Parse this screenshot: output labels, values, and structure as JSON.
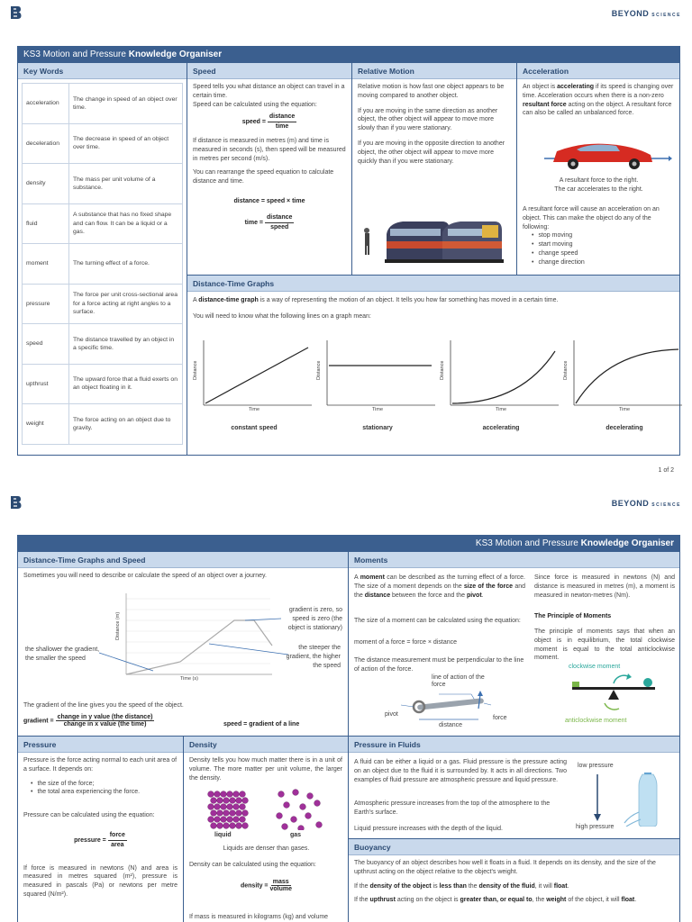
{
  "page1": {
    "brand": "BEYOND",
    "brand_sub": "SCIENCE",
    "title_main": "KS3 Motion and Pressure ",
    "title_bold": "Knowledge Organiser",
    "keywords": {
      "header": "Key Words",
      "items": [
        {
          "term": "acceleration",
          "def": "The change in speed of an object over time."
        },
        {
          "term": "deceleration",
          "def": "The decrease in speed of an object over time."
        },
        {
          "term": "density",
          "def": "The mass per unit volume of a substance."
        },
        {
          "term": "fluid",
          "def": "A substance that has no fixed shape and can flow. It can be a liquid or a gas."
        },
        {
          "term": "moment",
          "def": "The turning effect of a force."
        },
        {
          "term": "pressure",
          "def": "The force per unit cross-sectional area for a force acting at right angles to a surface."
        },
        {
          "term": "speed",
          "def": "The distance travelled by an object in a specific time."
        },
        {
          "term": "upthrust",
          "def": "The upward force that a fluid exerts on an object floating in it."
        },
        {
          "term": "weight",
          "def": "The force acting on an object due to gravity."
        }
      ]
    },
    "speed": {
      "header": "Speed",
      "p1": "Speed tells you what distance an object can travel in a certain time.",
      "p2": "Speed can be calculated using the equation:",
      "eq_lhs": "speed =",
      "eq_num": "distance",
      "eq_den": "time",
      "p3": "If distance is measured in metres (m) and time is measured in seconds (s), then speed will be measured in metres per second (m/s).",
      "p4": "You can rearrange the speed equation to calculate distance and time.",
      "eq2": "distance = speed × time",
      "eq3_lhs": "time =",
      "eq3_num": "distance",
      "eq3_den": "speed"
    },
    "relative": {
      "header": "Relative Motion",
      "p1": "Relative motion is how fast one object appears to be moving compared to another object.",
      "p2": "If you are moving in the same direction as another object, the other object will appear to move more slowly than if you were stationary.",
      "p3": "If you are moving in the opposite direction to another object, the other object will appear to move more quickly than if you were stationary."
    },
    "accel": {
      "header": "Acceleration",
      "p1a": "An object is ",
      "p1b": "accelerating",
      "p1c": " if its speed is changing over time. Acceleration occurs when there is a non-zero ",
      "p1d": "resultant force",
      "p1e": " acting on the object. A resultant force can also be called an unbalanced force.",
      "cap1": "A resultant force to the right.",
      "cap2": "The car accelerates to the right.",
      "p2": "A resultant force will cause an acceleration on an object. This can make the object do any of the following:",
      "list": [
        "stop moving",
        "start moving",
        "change speed",
        "change direction"
      ]
    },
    "dtg": {
      "header": "Distance-Time Graphs",
      "p1a": "A ",
      "p1b": "distance-time graph",
      "p1c": " is a way of representing the motion of an object. It tells you how far something has moved in a certain time.",
      "p2": "You will need to know what the following lines on a graph mean:",
      "axis_y": "Distance",
      "axis_x": "Time",
      "labels": [
        "constant speed",
        "stationary",
        "accelerating",
        "decelerating"
      ]
    },
    "page_num": "1 of 2"
  },
  "page2": {
    "brand": "BEYOND",
    "brand_sub": "SCIENCE",
    "title_main": "KS3 Motion and Pressure ",
    "title_bold": "Knowledge Organiser",
    "dtgs": {
      "header": "Distance-Time Graphs and Speed",
      "p1": "Sometimes you will need to describe or calculate the speed of an object over a journey.",
      "ann_left": "the shallower the gradient, the smaller the speed",
      "ann_top": "gradient is zero, so speed is zero (the object is stationary)",
      "ann_right": "the steeper the gradient, the higher the speed",
      "axis_y": "Distance (m)",
      "axis_x": "Time (s)",
      "p2": "The gradient of the line gives you the speed of the object.",
      "eq_lhs": "gradient =",
      "eq_num": "change in y value (the distance)",
      "eq_den": "change in x value (the time)",
      "eq2": "speed = gradient of a line"
    },
    "moments": {
      "header": "Moments",
      "p1a": "A ",
      "p1b": "moment",
      "p1c": " can be described as the turning effect of a force. The size of a moment depends on the ",
      "p1d": "size of the force",
      "p1e": " and the ",
      "p1f": "distance",
      "p1g": " between the force and the ",
      "p1h": "pivot",
      "p1i": ".",
      "p2": "The size of a moment can be calculated using the equation:",
      "eq": "moment of a force = force × distance",
      "p3": "The distance measurement must be perpendicular to the line of action of the force.",
      "lbl_line": "line of action of the force",
      "lbl_pivot": "pivot",
      "lbl_force": "force",
      "lbl_distance": "distance",
      "r1": "Since force is measured in newtons (N) and distance is measured in metres (m), a moment is measured in newton-metres (Nm).",
      "r_head": "The Principle of Moments",
      "r2": "The principle of moments says that when an object is in equilibrium, the total clockwise moment is equal to the total anticlockwise moment.",
      "lbl_cw": "clockwise moment",
      "lbl_acw": "anticlockwise moment"
    },
    "pressure": {
      "header": "Pressure",
      "p1": "Pressure is the force acting normal to each unit area of a surface. It depends on:",
      "list": [
        "the size of the force;",
        "the total area experiencing the force."
      ],
      "p2": "Pressure can be calculated using the equation:",
      "eq_lhs": "pressure =",
      "eq_num": "force",
      "eq_den": "area",
      "p3": "If force is measured in newtons (N) and area is measured in metres squared (m²), pressure is measured in pascals (Pa) or newtons per metre squared (N/m²)."
    },
    "density": {
      "header": "Density",
      "p1": "Density tells you how much matter there is in a unit of volume. The more matter per unit volume, the larger the density.",
      "lbl_liquid": "liquid",
      "lbl_gas": "gas",
      "p2": "Liquids are denser than gases.",
      "p3": "Density can be calculated using the equation:",
      "eq_lhs": "density =",
      "eq_num": "mass",
      "eq_den": "volume",
      "p4": "If mass is measured in kilograms (kg) and volume"
    },
    "fluids": {
      "header": "Pressure in Fluids",
      "p1": "A fluid can be either a liquid or a gas. Fluid pressure is the pressure acting on an object due to the fluid it is surrounded by. It acts in all directions. Two examples of fluid pressure are atmospheric pressure and liquid pressure.",
      "p2": "Atmospheric pressure increases from the top of the atmosphere to the Earth's surface.",
      "p3": "Liquid pressure increases with the depth of the liquid.",
      "lbl_low": "low pressure",
      "lbl_high": "high pressure"
    },
    "buoyancy": {
      "header": "Buoyancy",
      "p1": "The buoyancy of an object describes how well it floats in a fluid. It depends on its density, and the size of the upthrust acting on the object relative to the object's weight.",
      "p2a": "If the ",
      "p2b": "density of the object",
      "p2c": " is ",
      "p2d": "less than",
      "p2e": " the ",
      "p2f": "density of the fluid",
      "p2g": ", it will ",
      "p2h": "float",
      "p2i": ".",
      "p3a": "If the ",
      "p3b": "upthrust",
      "p3c": " acting on the object is ",
      "p3d": "greater than, or equal to",
      "p3e": ", the ",
      "p3f": "weight",
      "p3g": " of the object, it will ",
      "p3h": "float",
      "p3i": "."
    }
  },
  "colors": {
    "accent": "#3b5f8f",
    "header_bg": "#c9d9ec",
    "header_text": "#2b4a72",
    "teal": "#2aa79b",
    "green": "#7ab648"
  }
}
